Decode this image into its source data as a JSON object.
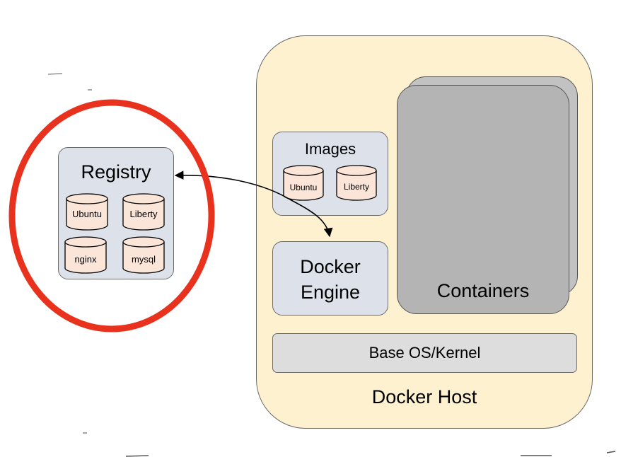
{
  "registry": {
    "title": "Registry",
    "images": [
      "Ubuntu",
      "Liberty",
      "nginx",
      "mysql"
    ]
  },
  "host": {
    "title": "Docker Host",
    "images_panel": {
      "title": "Images",
      "images": [
        "Ubuntu",
        "Liberty"
      ]
    },
    "engine": {
      "line1": "Docker",
      "line2": "Engine"
    },
    "containers": "Containers",
    "base_os": "Base OS/Kernel"
  },
  "colors": {
    "highlight_ring": "#e8321e",
    "host_fill": "#fdf1cf",
    "panel_fill": "#dde2ea",
    "cylinder_fill": "#fbe4d8",
    "container_fill": "#b4b4b4"
  }
}
